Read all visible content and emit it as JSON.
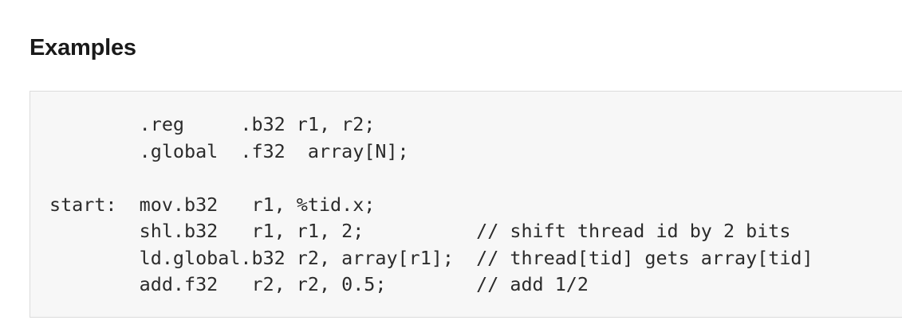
{
  "section": {
    "heading": "Examples"
  },
  "code": {
    "lines": [
      "        .reg     .b32 r1, r2;",
      "        .global  .f32  array[N];",
      "",
      "start:  mov.b32   r1, %tid.x;",
      "        shl.b32   r1, r1, 2;          // shift thread id by 2 bits",
      "        ld.global.b32 r2, array[r1];  // thread[tid] gets array[tid]",
      "        add.f32   r2, r2, 0.5;        // add 1/2"
    ]
  }
}
